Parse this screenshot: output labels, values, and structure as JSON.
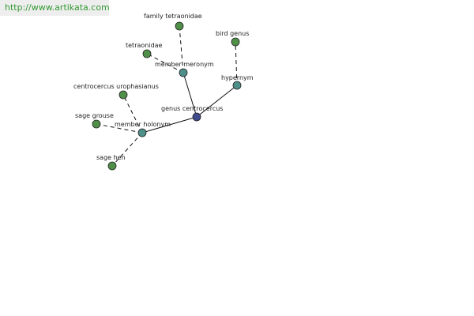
{
  "watermark": {
    "text": "http://www.artikata.com"
  },
  "colors": {
    "leaf": "#4f8f48",
    "relation": "#4f8f8a",
    "root": "#3f4b8c",
    "watermark_text": "#339933",
    "watermark_bg": "#eeeeee"
  },
  "root": {
    "label": "genus centrocercus"
  },
  "relations": {
    "hypernym": {
      "label": "hypernym"
    },
    "member_meronym": {
      "label": "member meronym"
    },
    "member_holonym": {
      "label": "member holonym"
    }
  },
  "leaves": {
    "bird_genus": {
      "label": "bird genus"
    },
    "family_tetraonidae": {
      "label": "family tetraonidae"
    },
    "tetraonidae": {
      "label": "tetraonidae"
    },
    "centrocercus_urophasianus": {
      "label": "centrocercus urophasianus"
    },
    "sage_grouse": {
      "label": "sage grouse"
    },
    "sage_hen": {
      "label": "sage hen"
    }
  }
}
